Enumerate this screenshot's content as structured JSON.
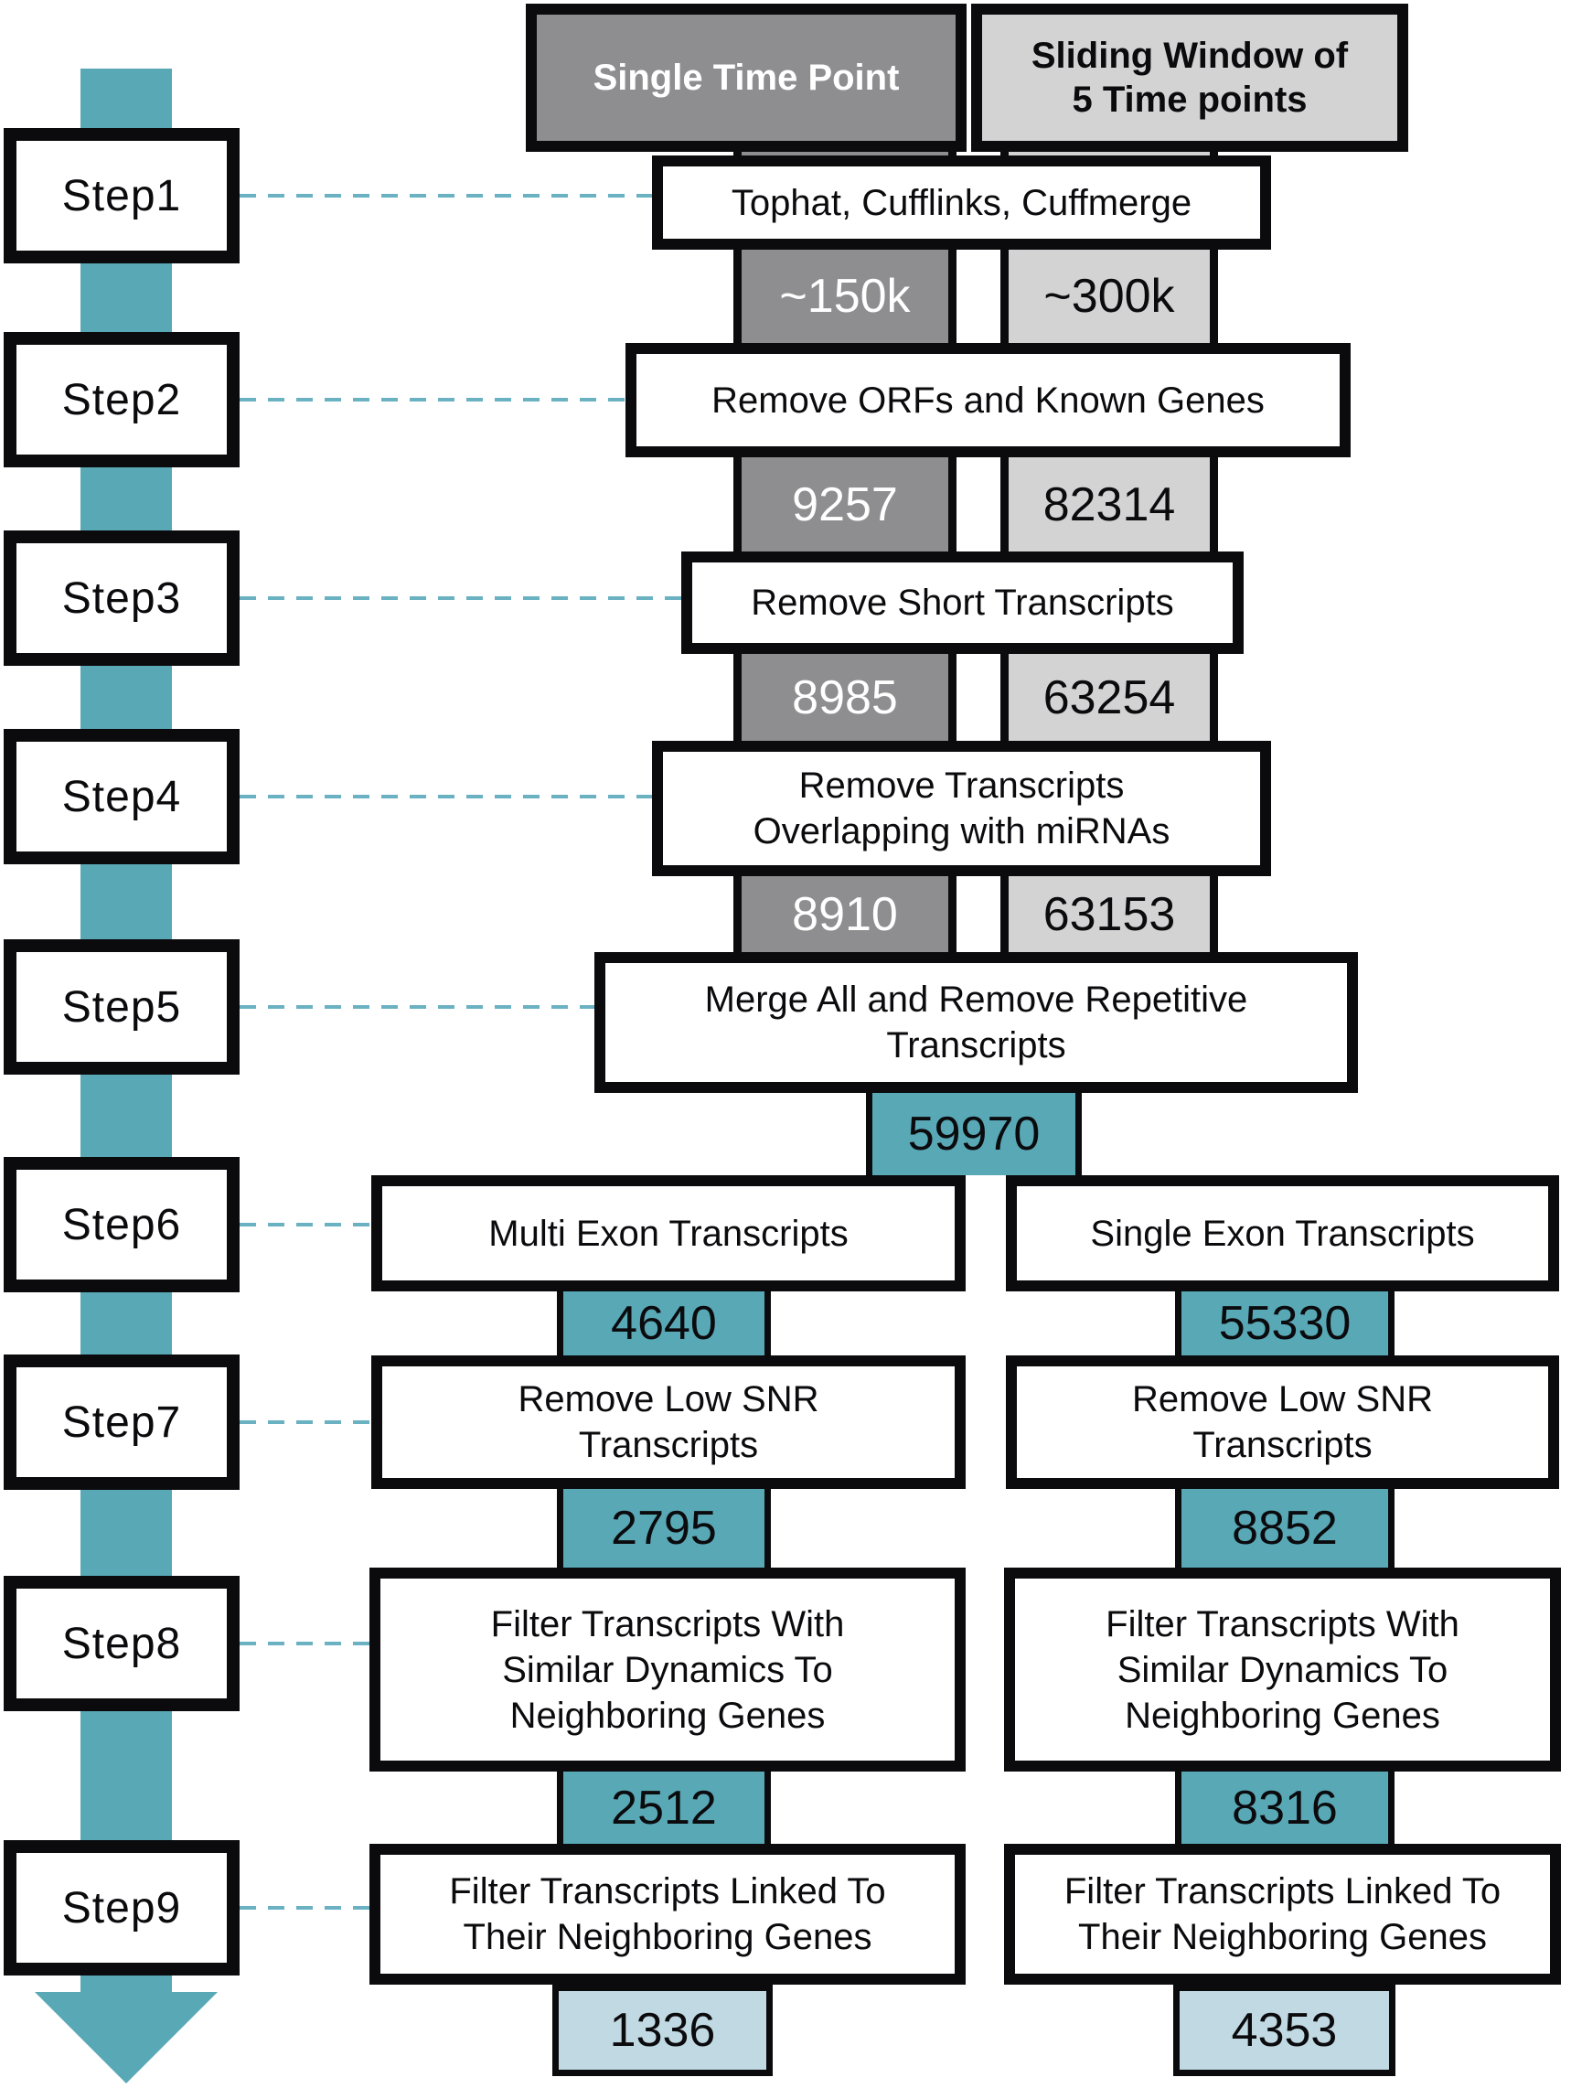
{
  "colors": {
    "teal": "#58a8b6",
    "dark_gray": "#8e8e90",
    "light_gray": "#d3d3d3",
    "pale_blue": "#c0d9e2",
    "dash_teal": "#6ab1c2",
    "outline_black": "#0b0b0e"
  },
  "headers": {
    "single": {
      "lines": [
        "Single Time Point"
      ]
    },
    "sliding": {
      "lines": [
        "Sliding Window of",
        "5 Time points"
      ]
    }
  },
  "rail": {
    "steps": [
      {
        "label": "Step1"
      },
      {
        "label": "Step2"
      },
      {
        "label": "Step3"
      },
      {
        "label": "Step4"
      },
      {
        "label": "Step5"
      },
      {
        "label": "Step6"
      },
      {
        "label": "Step7"
      },
      {
        "label": "Step8"
      },
      {
        "label": "Step9"
      }
    ]
  },
  "stages": [
    {
      "lines": [
        "Tophat, Cufflinks, Cuffmerge"
      ],
      "single_count": "~150k",
      "sliding_count": "~300k"
    },
    {
      "lines": [
        "Remove ORFs and Known Genes"
      ],
      "single_count": "9257",
      "sliding_count": "82314"
    },
    {
      "lines": [
        "Remove Short Transcripts"
      ],
      "single_count": "8985",
      "sliding_count": "63254"
    },
    {
      "lines": [
        "Remove Transcripts",
        "Overlapping with miRNAs"
      ],
      "single_count": "8910",
      "sliding_count": "63153"
    },
    {
      "lines": [
        "Merge All and Remove Repetitive",
        "Transcripts"
      ],
      "merged_count": "59970"
    }
  ],
  "branches": {
    "multi": {
      "entry": {
        "lines": [
          "Multi Exon Transcripts"
        ]
      },
      "entry_count": "4640",
      "low_snr": {
        "lines": [
          "Remove Low SNR",
          "Transcripts"
        ]
      },
      "low_snr_count": "2795",
      "dynamics": {
        "lines": [
          "Filter Transcripts With",
          "Similar Dynamics To",
          "Neighboring Genes"
        ]
      },
      "dynamics_count": "2512",
      "linked": {
        "lines": [
          "Filter Transcripts Linked To",
          "Their Neighboring Genes"
        ]
      },
      "final_count": "1336"
    },
    "single": {
      "entry": {
        "lines": [
          "Single Exon Transcripts"
        ]
      },
      "entry_count": "55330",
      "low_snr": {
        "lines": [
          "Remove Low SNR",
          "Transcripts"
        ]
      },
      "low_snr_count": "8852",
      "dynamics": {
        "lines": [
          "Filter Transcripts With",
          "Similar Dynamics To",
          "Neighboring Genes"
        ]
      },
      "dynamics_count": "8316",
      "linked": {
        "lines": [
          "Filter Transcripts Linked To",
          "Their Neighboring Genes"
        ]
      },
      "final_count": "4353"
    }
  }
}
